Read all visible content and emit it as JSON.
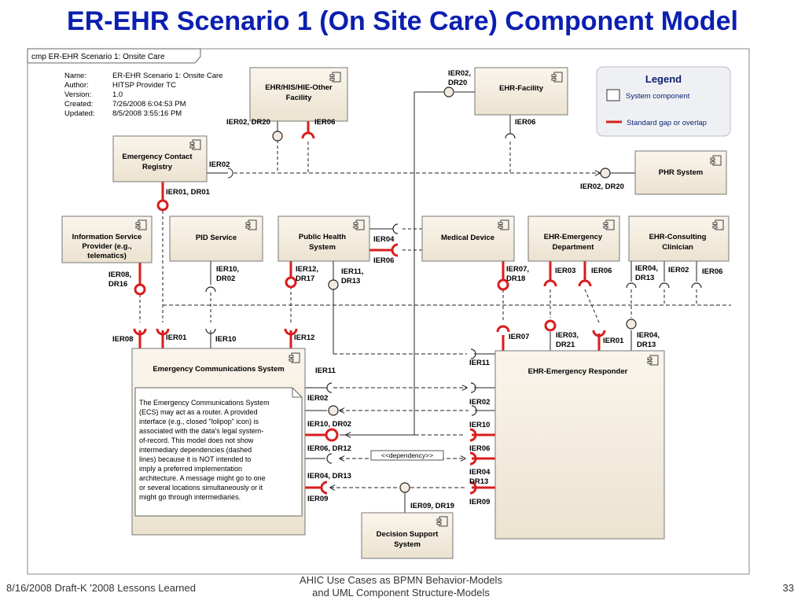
{
  "slide": {
    "title": "ER-EHR Scenario 1 (On Site Care) Component Model",
    "footer_left": "8/16/2008 Draft-K '2008 Lessons Learned",
    "footer_center_1": "AHIC Use Cases as BPMN Behavior-Models",
    "footer_center_2": "and UML Component Structure-Models",
    "page_number": "33"
  },
  "frame": {
    "label": "cmp ER-EHR Scenario 1: Onsite Care"
  },
  "meta": {
    "labels": [
      "Name:",
      "Author:",
      "Version:",
      "Created:",
      "Updated:"
    ],
    "values": [
      "ER-EHR Scenario 1: Onsite Care",
      "HITSP Provider TC",
      "1.0",
      "7/26/2008 6:04:53 PM",
      "8/5/2008 3:55:16 PM"
    ]
  },
  "legend": {
    "title": "Legend",
    "system_component": "System component",
    "gap": "Standard gap or overlap"
  },
  "components": {
    "ehr_his_hie": [
      "EHR/HIS/HIE-Other",
      "Facility"
    ],
    "ehr_facility": [
      "EHR-Facility"
    ],
    "emergency_contact": [
      "Emergency Contact",
      "Registry"
    ],
    "phr_system": [
      "PHR System"
    ],
    "info_service": [
      "Information Service",
      "Provider (e.g.,",
      "telematics)"
    ],
    "pid_service": [
      "PID Service"
    ],
    "public_health": [
      "Public Health",
      "System"
    ],
    "medical_device": [
      "Medical Device"
    ],
    "ehr_ed": [
      "EHR-Emergency",
      "Department"
    ],
    "ehr_consulting": [
      "EHR-Consulting",
      "Clinician"
    ],
    "ecs": [
      "Emergency Communications System"
    ],
    "ehr_responder": [
      "EHR-Emergency Responder"
    ],
    "decision_support": [
      "Decision Support",
      "System"
    ]
  },
  "note": {
    "lines": [
      "The Emergency Communications System",
      "(ECS) may act as a router. A provided",
      "interface (e.g., closed \"lolipop\" icon) is",
      "associated with the data's legal system-",
      "of-record. This model does not show",
      "intermediary dependencies (dashed",
      "lines) because it is NOT intended to",
      "imply a preferred implementation",
      "architecture. A message might go to one",
      "or several locations simultaneously or it",
      "might go  through intermediaries."
    ]
  },
  "dependency_label": "<<dependency>>",
  "interfaces": {
    "ier02_dr20_a": [
      "IER02,",
      "DR20"
    ],
    "ier02_dr20_b": "IER02, DR20",
    "ier06_a": "IER06",
    "ier06_b": "IER06",
    "ier02_ecr": "IER02",
    "ier01_dr01": "IER01, DR01",
    "ier02_dr20_c": "IER02, DR20",
    "ier04_ph": "IER04",
    "ier06_ph": "IER06",
    "ier08_dr16": [
      "IER08,",
      "DR16"
    ],
    "ier10_dr02": [
      "IER10,",
      "DR02"
    ],
    "ier12_dr17": [
      "IER12,",
      "DR17"
    ],
    "ier11_dr13": [
      "IER11,",
      "DR13"
    ],
    "ier07_dr18": [
      "IER07,",
      "DR18"
    ],
    "ier03_ed": "IER03",
    "ier06_ed": "IER06",
    "ier04_dr13_cc": [
      "IER04,",
      "DR13"
    ],
    "ier02_cc": "IER02",
    "ier06_cc": "IER06",
    "ecs_top": [
      "IER08",
      "IER01",
      "IER10",
      "IER12"
    ],
    "ecs_right": [
      "IER11",
      "IER02",
      "IER10, DR02",
      "IER06, DR12",
      "IER04, DR13",
      "IER09"
    ],
    "resp_top": [
      "IER07",
      "IER03,",
      "DR21",
      "IER01",
      "IER04,",
      "DR13"
    ],
    "resp_left": [
      "IER11",
      "IER02",
      "IER10",
      "IER06",
      "IER04",
      "DR13",
      "IER09"
    ],
    "ier09_dr19": "IER09, DR19"
  },
  "colors": {
    "title": "#0b1fb0",
    "gap": "#d81e1e",
    "component_fill": "#f3ebdd",
    "line": "#222222"
  }
}
